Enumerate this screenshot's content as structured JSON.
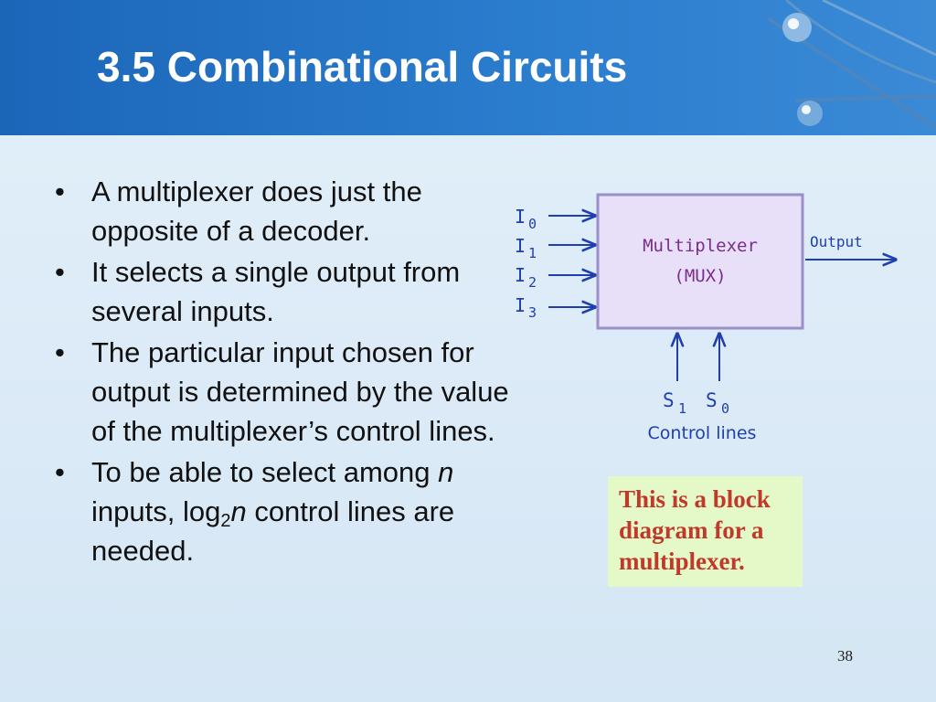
{
  "slide": {
    "title": "3.5 Combinational Circuits",
    "page_number": "38"
  },
  "bullets": [
    {
      "text": "A multiplexer does just the opposite of a decoder."
    },
    {
      "text": "It selects a single output from several inputs."
    },
    {
      "text": "The particular input chosen for output is determined by the value of the multiplexer’s control lines."
    },
    {
      "before": "To be able to select among ",
      "n1": "n",
      "mid": " inputs, log",
      "sub": "2",
      "n2": "n",
      "after": " control lines are needed."
    }
  ],
  "diagram": {
    "box_line1": "Multiplexer",
    "box_line2": "(MUX)",
    "inputs": [
      {
        "letter": "I",
        "index": "0"
      },
      {
        "letter": "I",
        "index": "1"
      },
      {
        "letter": "I",
        "index": "2"
      },
      {
        "letter": "I",
        "index": "3"
      }
    ],
    "output_label": "Output",
    "selects": [
      {
        "letter": "S",
        "index": "1"
      },
      {
        "letter": "S",
        "index": "0"
      }
    ],
    "control_label": "Control lines",
    "colors": {
      "box_fill": "#e8e0f8",
      "box_border": "#9a8fc8",
      "label": "#7b2d8b",
      "arrows": "#1f3fae"
    }
  },
  "note": {
    "lines": [
      "This is a block",
      "diagram for a",
      "multiplexer."
    ],
    "color": "#c0392b",
    "background": "#e4f8c8"
  }
}
